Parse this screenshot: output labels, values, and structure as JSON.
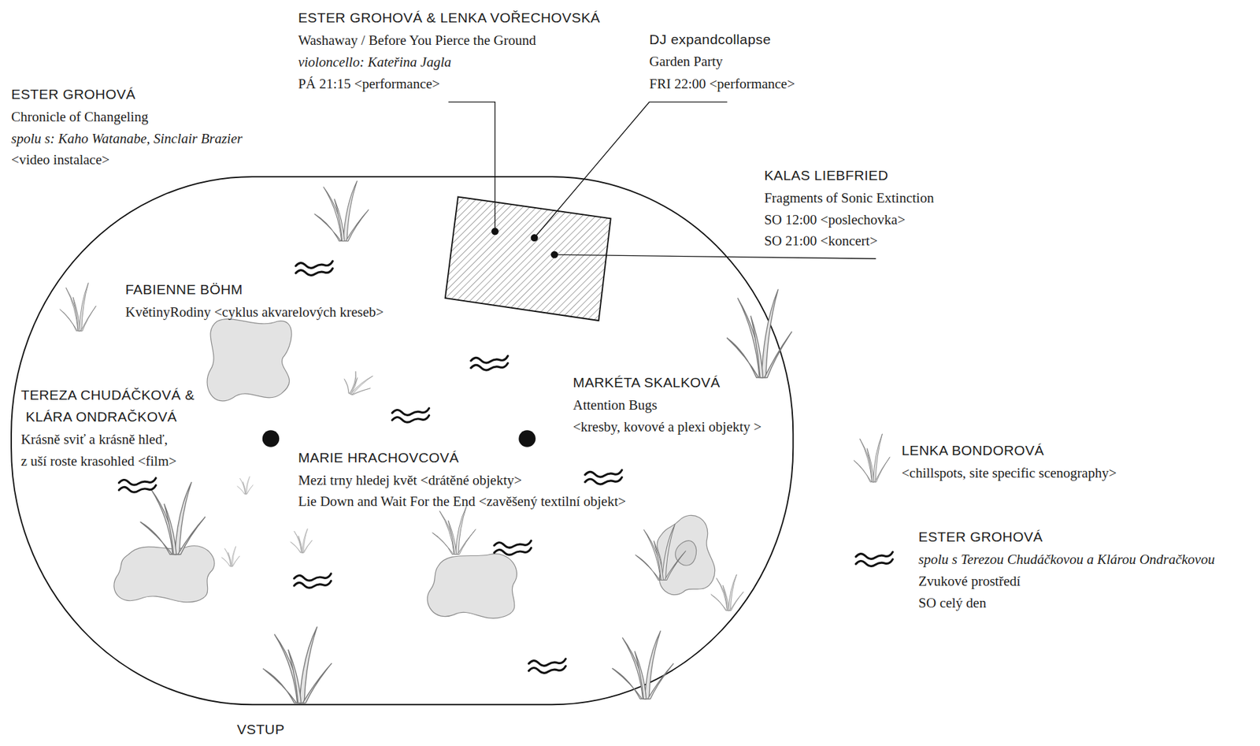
{
  "diagram": {
    "labels": [
      "ESTER GROHOVÁ & LENKA VOŘECHOVSKÁ",
      "Washaway / Before You Pierce the Ground",
      "violoncello: Kateřina Jagla",
      "PÁ 21:15 <performance>",
      "DJ expandcollapse",
      "Garden Party",
      "FRI 22:00 <performance>",
      "ESTER GROHOVÁ",
      "Chronicle of Changeling",
      "spolu s: Kaho Watanabe, Sinclair Brazier",
      "<video instalace>",
      "KALAS LIEBFRIED",
      "Fragments of Sonic Extinction",
      "SO 12:00 <poslechovka>",
      "SO 21:00 <koncert>",
      "FABIENNE BÖHM",
      "KvětinyRodiny <cyklus akvarelových kreseb>",
      "TEREZA CHUDÁČKOVÁ &",
      "KLÁRA ONDRAČKOVÁ",
      "Krásně sviť a krásně hleď,",
      "z uší roste krasohled <film>",
      "MARKÉTA SKALKOVÁ",
      "Attention Bugs",
      "<kresby, kovové a plexi objekty >",
      "MARIE HRACHOVCOVÁ",
      "Mezi trny hledej květ <drátěné objekty>",
      "Lie Down and Wait For the End <zavěšený textilní objekt>",
      "<chillspots, site specific scenography>",
      "spolu s Terezou Chudáčkovou a Klárou Ondračkovou",
      "Zvukové prostředí",
      "SO celý den",
      "VSTUP"
    ],
    "legend": [
      {
        "text": "LENKA BONDOROVÁ"
      },
      {
        "text": "ESTER GROHOVÁ"
      }
    ]
  }
}
